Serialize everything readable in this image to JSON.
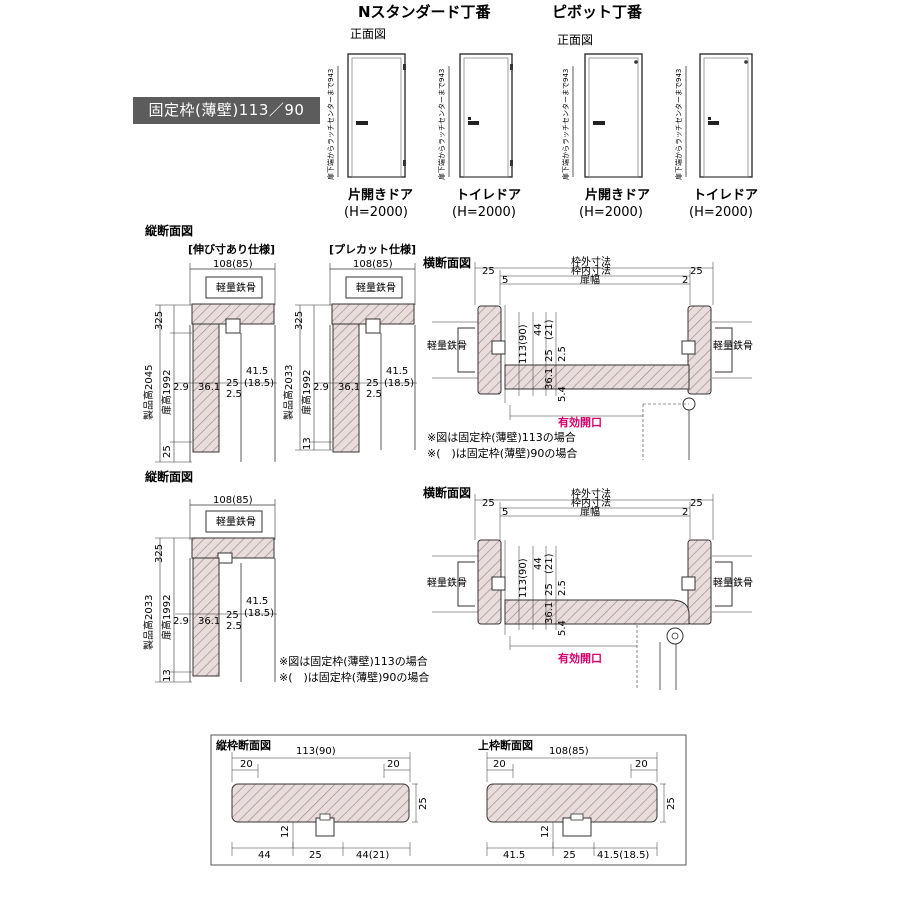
{
  "header": {
    "n_standard": "Nスタンダード丁番",
    "pivot": "ピボット丁番",
    "front_view": "正面図",
    "frame_badge": "固定枠(薄壁)113／90"
  },
  "doors": {
    "latch_label": "扉下端からラッチセンターまで943",
    "hinged_name": "片開きドア",
    "toilet_name": "トイレドア",
    "height": "(H=2000)"
  },
  "vertical": {
    "title": "縦断面図",
    "ext_spec": "[伸び寸あり仕様]",
    "precut_spec": "[プレカット仕様]",
    "width": "108(85)",
    "steel": "軽量鉄骨",
    "d325": "325",
    "product_h_2045": "製品高2045",
    "product_h_2033": "製品高2033",
    "door_h": "扉高1992",
    "d25": "25",
    "d13": "13",
    "d29": "2.9",
    "d361": "36.1",
    "d415": "41.5",
    "d185": "(18.5)",
    "d2_5": "2.5"
  },
  "horizontal": {
    "title": "横断面図",
    "outer": "枠外寸法",
    "inner": "枠内寸法",
    "door_w": "扉幅",
    "d25": "25",
    "d5": "5",
    "d2": "2",
    "d44": "44",
    "d21": "(21)",
    "d113": "113(90)",
    "d361": "36.1",
    "d25b": "25",
    "d2_5": "2.5",
    "d54": "5.4",
    "steel": "軽量鉄骨",
    "opening": "有効開口"
  },
  "notes": {
    "note1": "※図は固定枠(薄壁)113の場合",
    "note2": "※(　)は固定枠(薄壁)90の場合"
  },
  "bottom": {
    "jamb_title": "縦枠断面図",
    "jamb_width": "113(90)",
    "head_title": "上枠断面図",
    "head_width": "108(85)",
    "d20": "20",
    "d25": "25",
    "d12": "12",
    "d44": "44",
    "d44_21": "44(21)",
    "d415": "41.5",
    "d415_185": "41.5(18.5)"
  },
  "colors": {
    "section_fill": "#e8dcdc",
    "hatch_line": "#a08888",
    "outline": "#333333",
    "opening_text": "#d8006c",
    "badge_bg": "#5c5c5c"
  }
}
